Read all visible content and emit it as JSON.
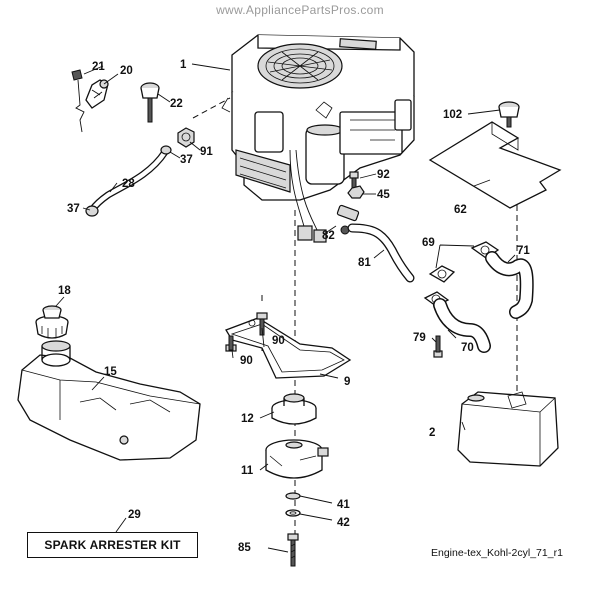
{
  "watermark": "www.AppliancePartsPros.com",
  "kit_label": "SPARK ARRESTER KIT",
  "caption": "Engine-tex_Kohl-2cyl_71_r1",
  "callouts": {
    "c1": "1",
    "c2": "2",
    "c9": "9",
    "c11": "11",
    "c12": "12",
    "c15": "15",
    "c18": "18",
    "c20": "20",
    "c21": "21",
    "c22": "22",
    "c28": "28",
    "c29": "29",
    "c37a": "37",
    "c37b": "37",
    "c41": "41",
    "c42": "42",
    "c45": "45",
    "c62": "62",
    "c69": "69",
    "c70": "70",
    "c71": "71",
    "c79": "79",
    "c81": "81",
    "c82": "82",
    "c85": "85",
    "c90a": "90",
    "c90b": "90",
    "c91": "91",
    "c92": "92",
    "c102": "102"
  }
}
